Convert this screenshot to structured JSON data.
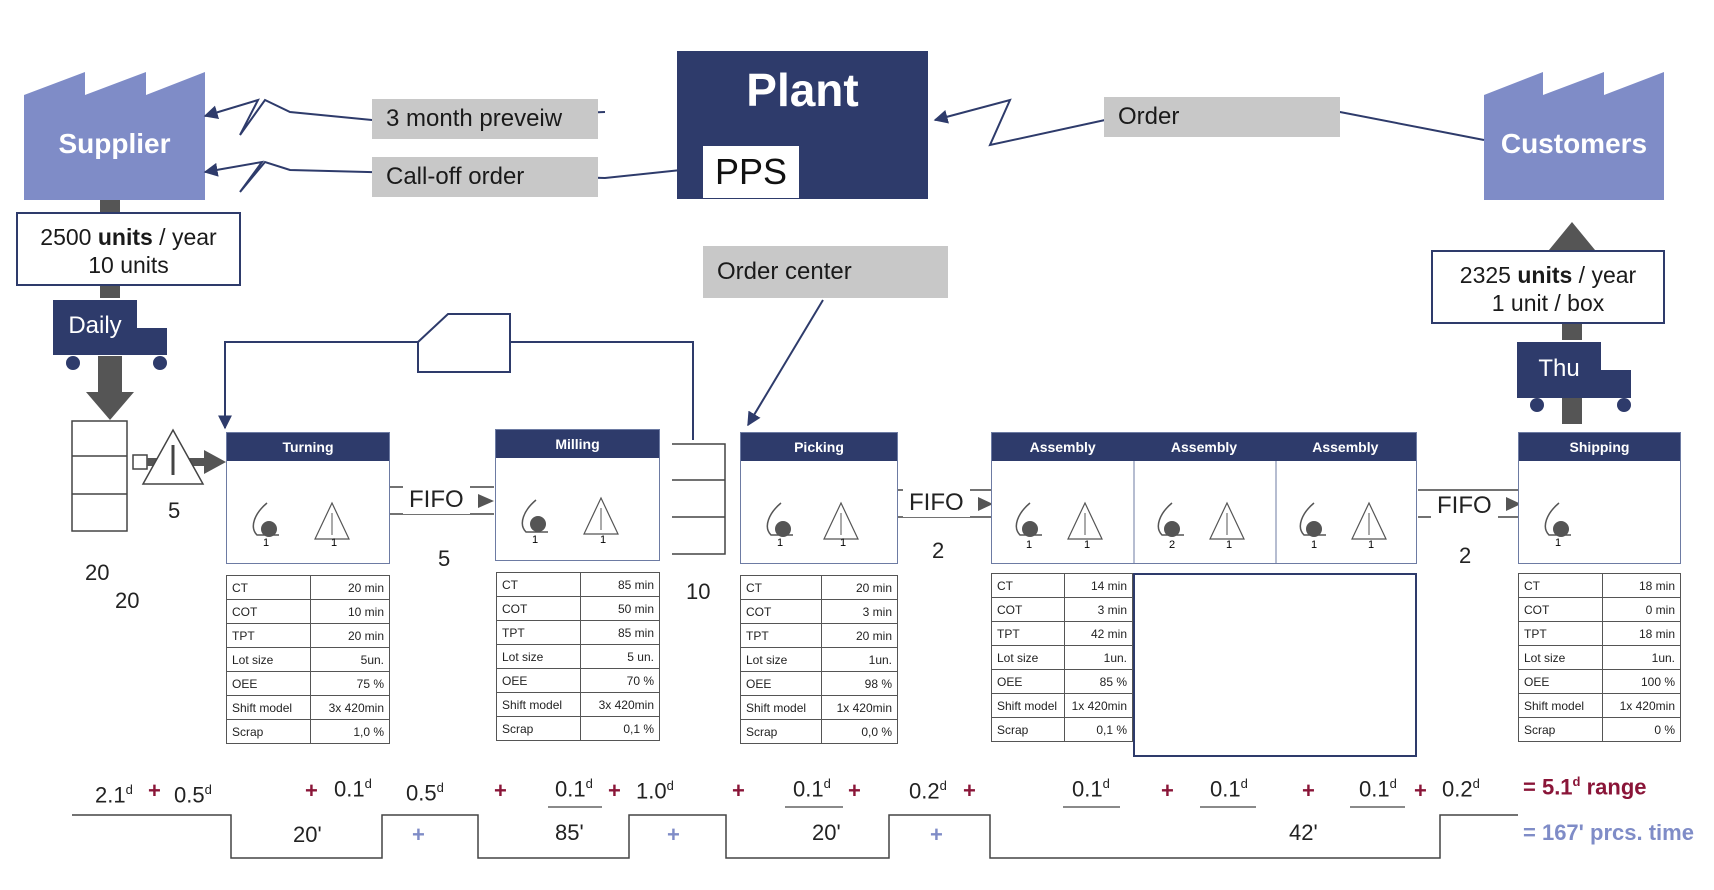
{
  "supplier": {
    "label": "Supplier"
  },
  "customers": {
    "label": "Customers"
  },
  "plant": {
    "title": "Plant",
    "pps": "PPS"
  },
  "flows": {
    "preview": "3 month preveiw",
    "calloff": "Call-off order",
    "order": "Order",
    "order_center": "Order center"
  },
  "supplier_info": {
    "line1_num": "2500",
    "line1_units": "units",
    "line1_rest": " / year",
    "line2": "10 units"
  },
  "customer_info": {
    "line1_num": "2325",
    "line1_units": "units",
    "line1_rest": " / year",
    "line2": "1 unit / box"
  },
  "trucks": {
    "in": "Daily",
    "out": "Thu"
  },
  "inventory": {
    "start_push": "5",
    "start_a": "20",
    "start_b": "20",
    "after_turning": "5",
    "after_milling": "10",
    "after_picking": "2",
    "after_assembly": "2"
  },
  "fifo_label": "FIFO",
  "processes": {
    "turning": {
      "name": "Turning",
      "op": "1",
      "stat": "1",
      "table": [
        [
          "CT",
          "20 min"
        ],
        [
          "COT",
          "10 min"
        ],
        [
          "TPT",
          "20 min"
        ],
        [
          "Lot size",
          "5un."
        ],
        [
          "OEE",
          "75 %"
        ],
        [
          "Shift model",
          "3x 420min"
        ],
        [
          "Scrap",
          "1,0 %"
        ]
      ]
    },
    "milling": {
      "name": "Milling",
      "op": "1",
      "stat": "1",
      "table": [
        [
          "CT",
          "85 min"
        ],
        [
          "COT",
          "50 min"
        ],
        [
          "TPT",
          "85 min"
        ],
        [
          "Lot size",
          "5 un."
        ],
        [
          "OEE",
          "70 %"
        ],
        [
          "Shift model",
          "3x 420min"
        ],
        [
          "Scrap",
          "0,1 %"
        ]
      ]
    },
    "picking": {
      "name": "Picking",
      "op": "1",
      "stat": "1",
      "table": [
        [
          "CT",
          "20 min"
        ],
        [
          "COT",
          "3 min"
        ],
        [
          "TPT",
          "20 min"
        ],
        [
          "Lot size",
          "1un."
        ],
        [
          "OEE",
          "98 %"
        ],
        [
          "Shift model",
          "1x 420min"
        ],
        [
          "Scrap",
          "0,0 %"
        ]
      ]
    },
    "assembly1": {
      "name": "Assembly",
      "op": "1",
      "stat": "1"
    },
    "assembly2": {
      "name": "Assembly",
      "op": "2",
      "stat": "1"
    },
    "assembly3": {
      "name": "Assembly",
      "op": "1",
      "stat": "1"
    },
    "assembly_table": [
      [
        "CT",
        "14 min"
      ],
      [
        "COT",
        "3 min"
      ],
      [
        "TPT",
        "42 min"
      ],
      [
        "Lot size",
        "1un."
      ],
      [
        "OEE",
        "85 %"
      ],
      [
        "Shift model",
        "1x 420min"
      ],
      [
        "Scrap",
        "0,1 %"
      ]
    ],
    "shipping": {
      "name": "Shipping",
      "op": "1",
      "table": [
        [
          "CT",
          "18 min"
        ],
        [
          "COT",
          "0 min"
        ],
        [
          "TPT",
          "18 min"
        ],
        [
          "Lot size",
          "1un."
        ],
        [
          "OEE",
          "100 %"
        ],
        [
          "Shift model",
          "1x 420min"
        ],
        [
          "Scrap",
          "0 %"
        ]
      ]
    }
  },
  "timeline": {
    "top": [
      "2.1",
      "0.5",
      "0.1",
      "0.5",
      "0.1",
      "1.0",
      "0.1",
      "0.2",
      "0.1",
      "0.1",
      "0.1",
      "0.2"
    ],
    "day_sup": "d",
    "bottom": [
      "20'",
      "85'",
      "20'",
      "42'"
    ],
    "plus": "+",
    "range_value": "= 5.1",
    "range_sup": "d",
    "range_label": " range",
    "process_time": "= 167' prcs. time"
  },
  "colors": {
    "navy": "#2e3b6b",
    "factory": "#7f8cc7",
    "grey": "#c8c8c8",
    "arrow": "#555555",
    "red": "#8a1538",
    "blue": "#7f8cc7"
  }
}
